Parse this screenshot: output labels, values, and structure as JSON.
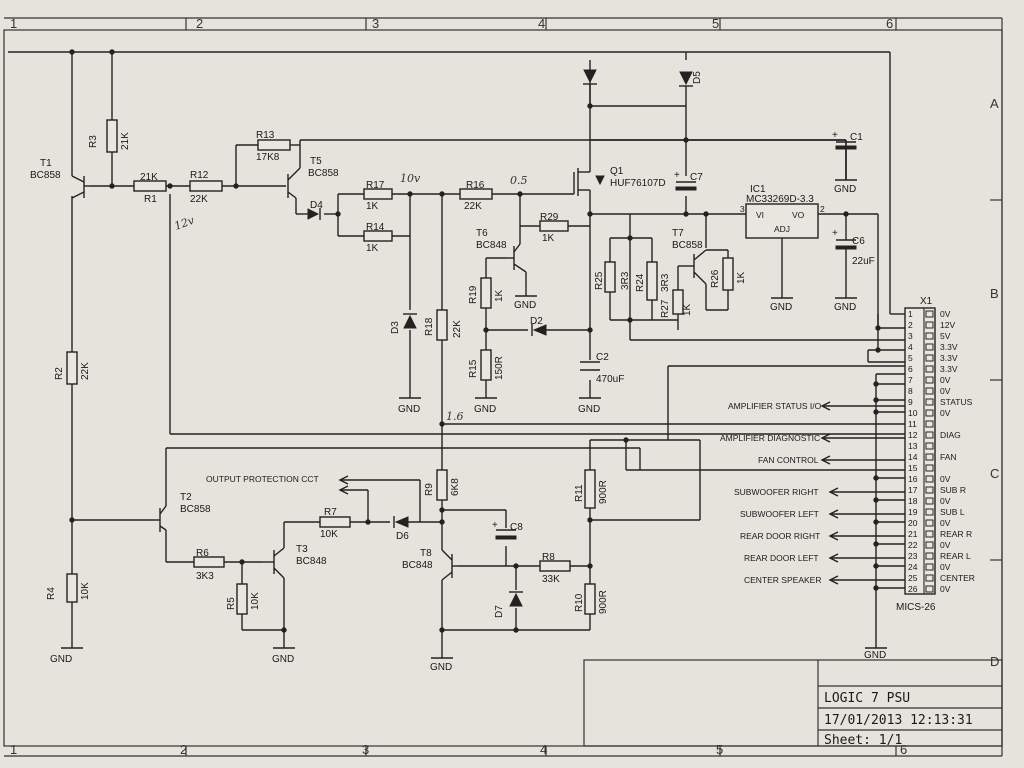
{
  "border": {
    "columns": [
      "1",
      "2",
      "3",
      "4",
      "5",
      "6"
    ],
    "rows": [
      "A",
      "B",
      "C",
      "D"
    ]
  },
  "title_block": {
    "title": "LOGIC 7 PSU",
    "datetime": "17/01/2013 12:13:31",
    "sheet": "Sheet: 1/1"
  },
  "transistors": {
    "T1": {
      "ref": "T1",
      "type": "BC858"
    },
    "T2": {
      "ref": "T2",
      "type": "BC858"
    },
    "T3": {
      "ref": "T3",
      "type": "BC848"
    },
    "T5": {
      "ref": "T5",
      "type": "BC858"
    },
    "T6": {
      "ref": "T6",
      "type": "BC848"
    },
    "T7": {
      "ref": "T7",
      "type": "BC858"
    },
    "T8": {
      "ref": "T8",
      "type": "BC848"
    },
    "Q1": {
      "ref": "Q1",
      "type": "HUF76107D"
    }
  },
  "ic": {
    "ref": "IC1",
    "type": "MC33269D-3.3",
    "vi": "VI",
    "vo": "VO",
    "adj": "ADJ",
    "pin_in": "3",
    "pin_out": "2"
  },
  "resistors": {
    "R1": {
      "ref": "R1",
      "value": "21K"
    },
    "R2": {
      "ref": "R2",
      "value": "22K"
    },
    "R3": {
      "ref": "R3",
      "value": "21K"
    },
    "R4": {
      "ref": "R4",
      "value": "10K"
    },
    "R5": {
      "ref": "R5",
      "value": "10K"
    },
    "R6": {
      "ref": "R6",
      "value": "3K3"
    },
    "R7": {
      "ref": "R7",
      "value": "10K"
    },
    "R8": {
      "ref": "R8",
      "value": "33K"
    },
    "R9": {
      "ref": "R9",
      "value": "6K8"
    },
    "R10": {
      "ref": "R10",
      "value": "900R"
    },
    "R11": {
      "ref": "R11",
      "value": "900R"
    },
    "R12": {
      "ref": "R12",
      "value": "22K"
    },
    "R13": {
      "ref": "R13",
      "value": "17K8"
    },
    "R14": {
      "ref": "R14",
      "value": "1K"
    },
    "R15": {
      "ref": "R15",
      "value": "150R"
    },
    "R16": {
      "ref": "R16",
      "value": "22K"
    },
    "R17": {
      "ref": "R17",
      "value": "1K"
    },
    "R18": {
      "ref": "R18",
      "value": "22K"
    },
    "R19": {
      "ref": "R19",
      "value": "1K"
    },
    "R24": {
      "ref": "R24",
      "value": "3R3"
    },
    "R25": {
      "ref": "R25",
      "value": "3R3"
    },
    "R26": {
      "ref": "R26",
      "value": "1K"
    },
    "R27": {
      "ref": "R27",
      "value": "1K"
    },
    "R29": {
      "ref": "R29",
      "value": "1K"
    }
  },
  "capacitors": {
    "C1": {
      "ref": "C1"
    },
    "C2": {
      "ref": "C2",
      "value": "470uF"
    },
    "C6": {
      "ref": "C6",
      "value": "22uF"
    },
    "C7": {
      "ref": "C7"
    },
    "C8": {
      "ref": "C8"
    }
  },
  "diodes": {
    "D2": "D2",
    "D3": "D3",
    "D4": "D4",
    "D5": "D5",
    "D6": "D6",
    "D7": "D7"
  },
  "ground_label": "GND",
  "signals": {
    "output_protection": "OUTPUT PROTECTION CCT",
    "amp_status": "AMPLIFIER STATUS I/O",
    "amp_diag": "AMPLIFIER DIAGNOSTIC",
    "fan_control": "FAN CONTROL",
    "sub_right": "SUBWOOFER RIGHT",
    "sub_left": "SUBWOOFER LEFT",
    "rear_door_right": "REAR DOOR RIGHT",
    "rear_door_left": "REAR DOOR LEFT",
    "center_speaker": "CENTER SPEAKER"
  },
  "connector": {
    "ref": "X1",
    "name": "MICS-26",
    "pins": [
      {
        "num": "1",
        "label": "0V"
      },
      {
        "num": "2",
        "label": "12V"
      },
      {
        "num": "3",
        "label": "5V"
      },
      {
        "num": "4",
        "label": "3.3V"
      },
      {
        "num": "5",
        "label": "3.3V"
      },
      {
        "num": "6",
        "label": "3.3V"
      },
      {
        "num": "7",
        "label": "0V"
      },
      {
        "num": "8",
        "label": "0V"
      },
      {
        "num": "9",
        "label": "STATUS"
      },
      {
        "num": "10",
        "label": "0V"
      },
      {
        "num": "11",
        "label": ""
      },
      {
        "num": "12",
        "label": "DIAG"
      },
      {
        "num": "13",
        "label": ""
      },
      {
        "num": "14",
        "label": "FAN"
      },
      {
        "num": "15",
        "label": ""
      },
      {
        "num": "16",
        "label": "0V"
      },
      {
        "num": "17",
        "label": "SUB R"
      },
      {
        "num": "18",
        "label": "0V"
      },
      {
        "num": "19",
        "label": "SUB L"
      },
      {
        "num": "20",
        "label": "0V"
      },
      {
        "num": "21",
        "label": "REAR R"
      },
      {
        "num": "22",
        "label": "0V"
      },
      {
        "num": "23",
        "label": "REAR L"
      },
      {
        "num": "24",
        "label": "0V"
      },
      {
        "num": "25",
        "label": "CENTER"
      },
      {
        "num": "26",
        "label": "0V"
      }
    ]
  },
  "annotations": {
    "a1": "10v",
    "a2": "0.5",
    "a3": "1.6",
    "a4": "12v"
  }
}
